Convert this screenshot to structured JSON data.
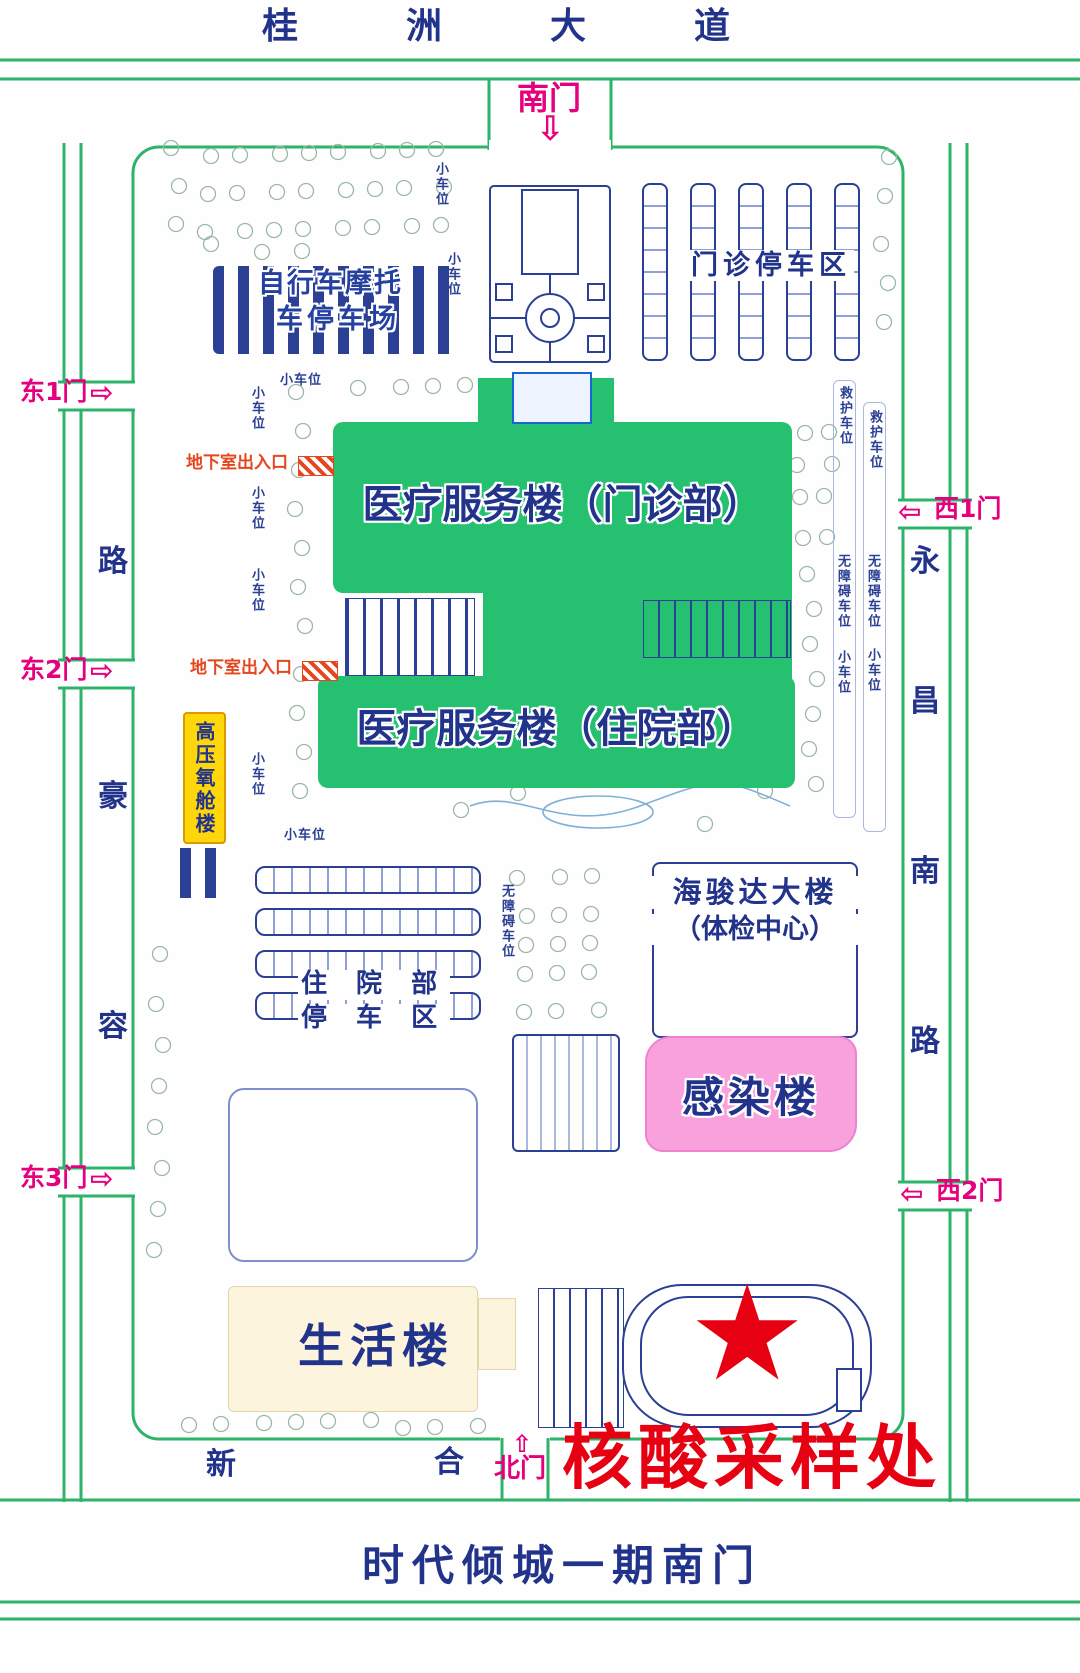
{
  "roads": {
    "top": "桂洲大道",
    "left": [
      "路",
      "豪",
      "容"
    ],
    "right": [
      "永",
      "昌",
      "南",
      "路"
    ],
    "bottom_left_char": "新",
    "bottom_right_char": "合",
    "bottom_name": "时代倾城一期南门"
  },
  "gates": {
    "south": "南门",
    "north": "北门",
    "east1": "东1门",
    "east2": "东2门",
    "east3": "东3门",
    "west1": "西1门",
    "west2": "西2门"
  },
  "buildings": {
    "medical_outpatient": "医疗服务楼（门诊部）",
    "medical_inpatient": "医疗服务楼（住院部）",
    "hyperbaric_oxygen": "高压氧舱楼",
    "haijunda_line1": "海骏达大楼",
    "haijunda_line2": "（体检中心）",
    "infection": "感染楼",
    "life": "生活楼"
  },
  "parking": {
    "outpatient_lot": "门诊停车区",
    "inpatient_lot_line1": "住 院 部",
    "inpatient_lot_line2": "停 车 区",
    "bike_line1": "自行车摩托",
    "bike_line2": "车停车场",
    "small_car": "小车位",
    "accessible": "无障碍车位",
    "ambulance": "救护车位"
  },
  "annotations": {
    "basement_access": "地下室出入口",
    "nucleic_sampling": "核酸采样处",
    "star_icon": "★"
  },
  "arrows": {
    "down": "⇩",
    "up": "⇧",
    "left": "⇦",
    "right": "⇨"
  },
  "colors": {
    "road_green": "#2db36a",
    "building_green": "#25c170",
    "navy": "#21338a",
    "magenta": "#e6007e",
    "red": "#e60012",
    "orange_red": "#e5461e",
    "yellow": "#ffd60a",
    "pink": "#f8a1dd",
    "cream": "#fcf4dc",
    "parking_blue": "#2b3f95"
  }
}
